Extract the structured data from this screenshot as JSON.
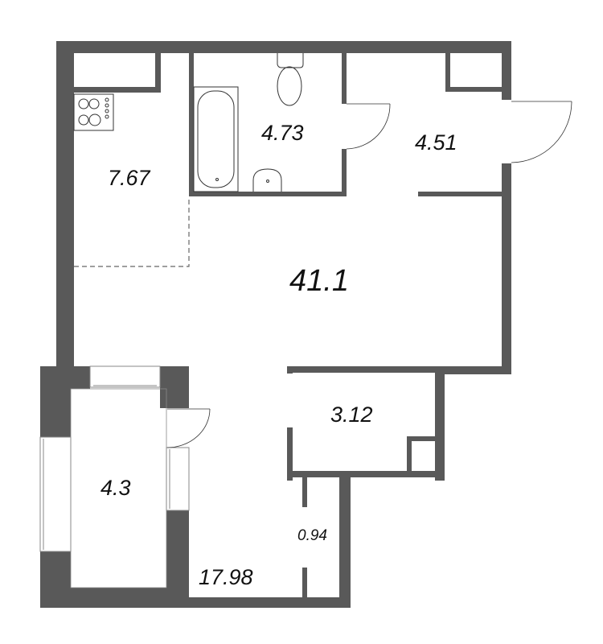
{
  "plan": {
    "type": "apartment-floor-plan",
    "wall_color": "#595959",
    "background_color": "#ffffff",
    "total_area": "41.1",
    "rooms": [
      {
        "id": "kitchen",
        "area": "7.67"
      },
      {
        "id": "bathroom",
        "area": "4.73"
      },
      {
        "id": "hallway",
        "area": "4.51"
      },
      {
        "id": "living-room",
        "area": "17.98"
      },
      {
        "id": "storage",
        "area": "3.12"
      },
      {
        "id": "closet",
        "area": "0.94"
      },
      {
        "id": "balcony",
        "area": "4.3"
      }
    ]
  }
}
